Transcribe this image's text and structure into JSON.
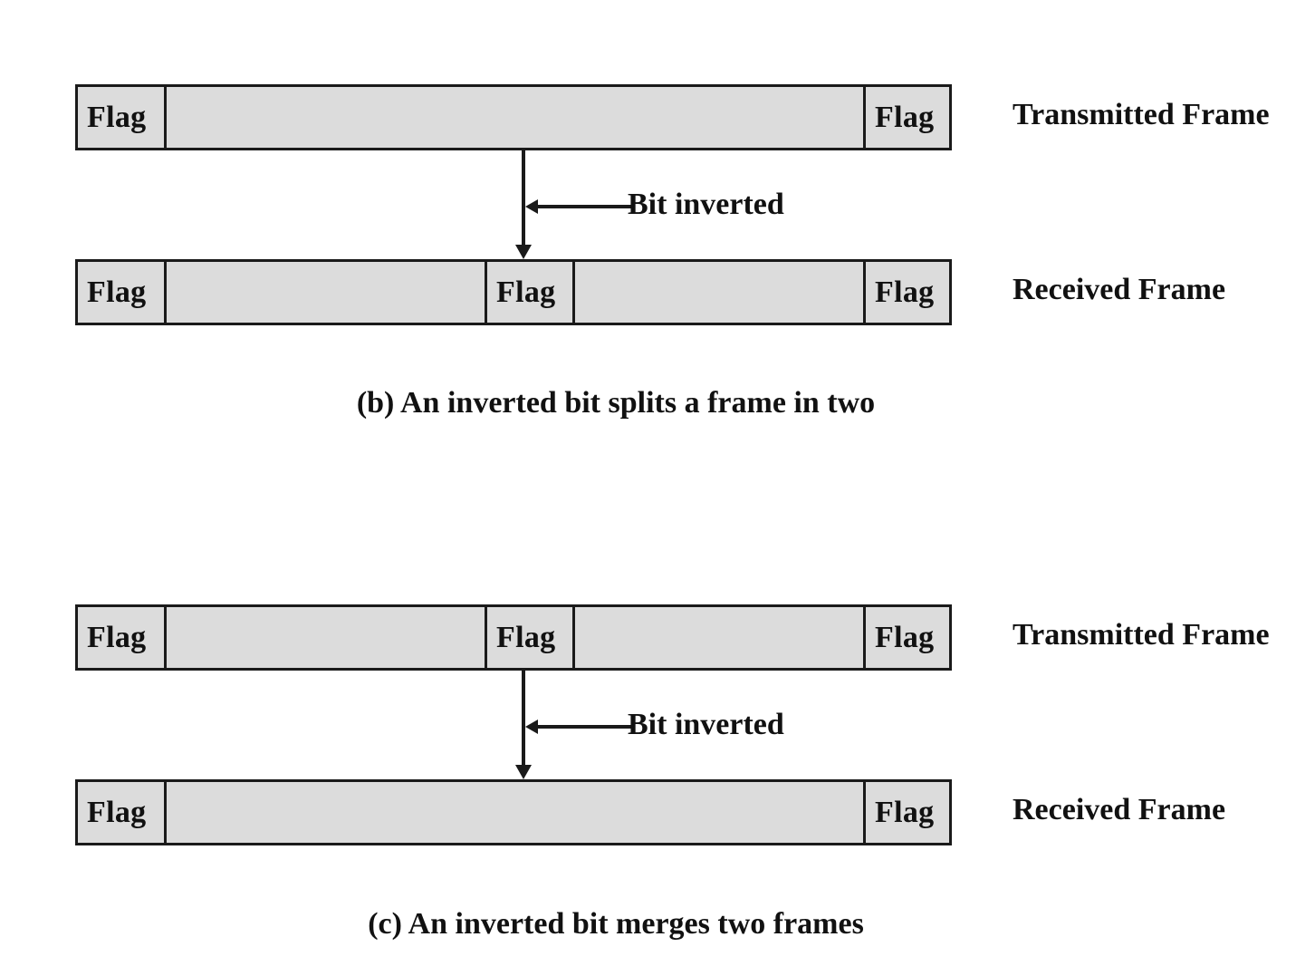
{
  "diagram_b": {
    "transmitted": {
      "label": "Transmitted Frame",
      "fields": [
        "Flag",
        "Flag"
      ]
    },
    "annotation": "Bit inverted",
    "received": {
      "label": "Received Frame",
      "fields": [
        "Flag",
        "Flag",
        "Flag"
      ]
    },
    "caption": "(b) An inverted bit splits a frame in two"
  },
  "diagram_c": {
    "transmitted": {
      "label": "Transmitted Frame",
      "fields": [
        "Flag",
        "Flag",
        "Flag"
      ]
    },
    "annotation": "Bit inverted",
    "received": {
      "label": "Received Frame",
      "fields": [
        "Flag",
        "Flag"
      ]
    },
    "caption": "(c) An inverted bit merges two frames"
  }
}
